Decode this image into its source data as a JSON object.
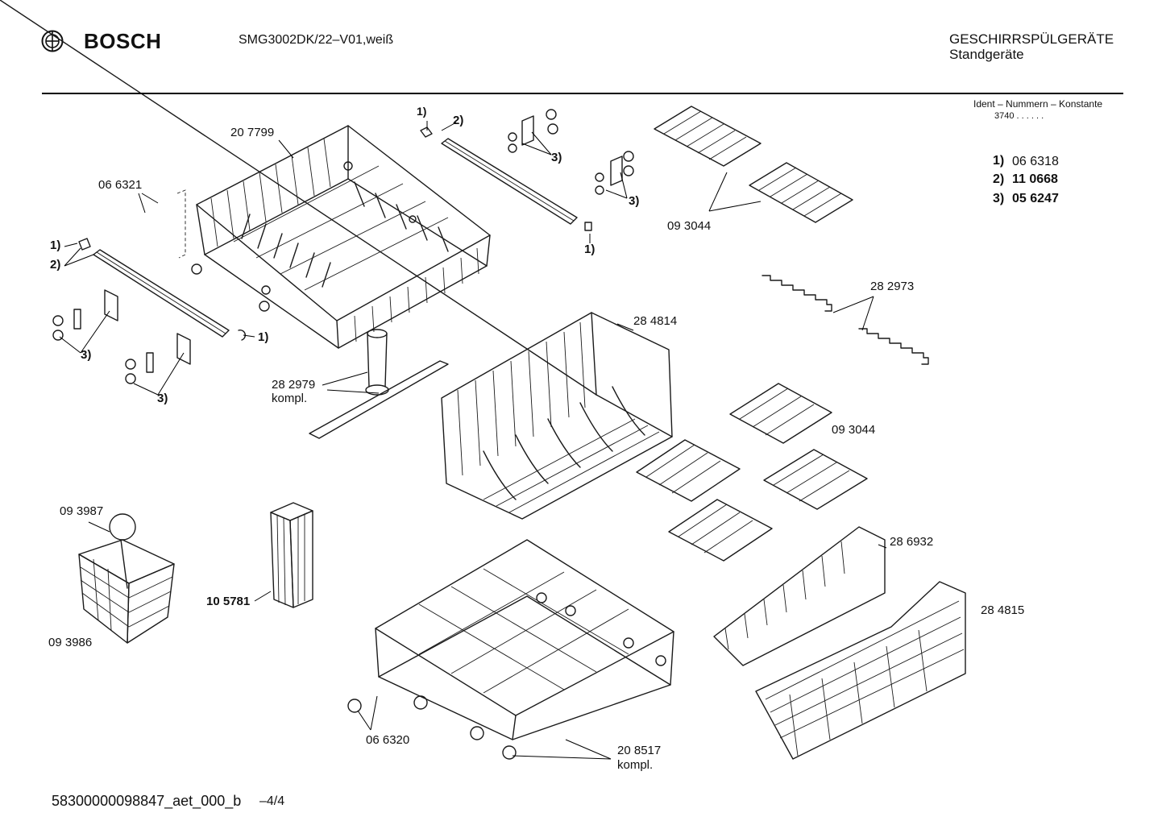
{
  "header": {
    "brand": "BOSCH",
    "model": "SMG3002DK/22–V01,weiß",
    "category": "GESCHIRRSPÜLGERÄTE",
    "subcategory": "Standgeräte"
  },
  "ident": {
    "title": "Ident – Nummern – Konstante",
    "constant": "3740  .  .    .  .  .  .",
    "items": [
      {
        "key": "1)",
        "value": "06 6318"
      },
      {
        "key": "2)",
        "value": "11 0668"
      },
      {
        "key": "3)",
        "value": "05 6247"
      }
    ]
  },
  "callouts": {
    "upper_basket": "20 7799",
    "roller_a": "06 6321",
    "one_top": "1)",
    "two_top": "2)",
    "three_a": "3)",
    "three_b": "3)",
    "one_right": "1)",
    "one_left": "1)",
    "two_left": "2)",
    "one_mid": "1)",
    "three_c": "3)",
    "three_d": "3)",
    "cup_shelf_top": "09 3044",
    "step_rails": "28 2973",
    "spray_arm": "28 2979",
    "spray_arm_note": "kompl.",
    "mid_basket": "28 4814",
    "cup_shelf_mid": "09 3044",
    "cutlery_basket": "09 3987",
    "cutlery_basket_bottom": "09 3986",
    "insert": "10 5781",
    "rack_insert_a": "28 6932",
    "rack_insert_b": "28 4815",
    "roller_b": "06 6320",
    "lower_basket": "20 8517",
    "lower_basket_note": "kompl."
  },
  "footer": {
    "doc_id": "58300000098847_aet_000_b",
    "page": "–4/4"
  }
}
